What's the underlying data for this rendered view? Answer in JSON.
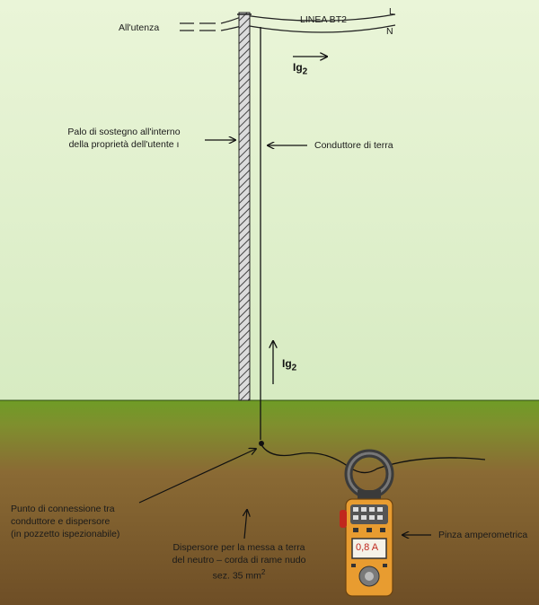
{
  "labels": {
    "utenza": "All'utenza",
    "linea": "LINEA BT2",
    "phase_l": "L",
    "phase_n": "N",
    "ig_main": "Ig",
    "ig_sub": "2",
    "ig2_main": "Ig",
    "ig2_sub": "2",
    "palo_line1": "Palo di sostegno all'interno",
    "palo_line2": "della proprietà dell'utente ı",
    "conduttore": "Conduttore di terra",
    "punto_line1": "Punto di connessione tra",
    "punto_line2": "conduttore e dispersore",
    "punto_line3": "(in pozzetto ispezionabile)",
    "disp_line1": "Dispersore per la messa a terra",
    "disp_line2": "del neutro – corda di rame nudo",
    "disp_line3_main": "sez. 35 mm",
    "disp_line3_sup": "2",
    "pinza": "Pinza amperometrica",
    "display_value": "0,8 A"
  },
  "colors": {
    "sky_top": "#e9f4d6",
    "sky_bottom": "#d9ecc4",
    "grass": "#6f9a24",
    "soil": "#7a5a2c",
    "meter_orange": "#e79b2f",
    "display_red": "#c0271d"
  }
}
